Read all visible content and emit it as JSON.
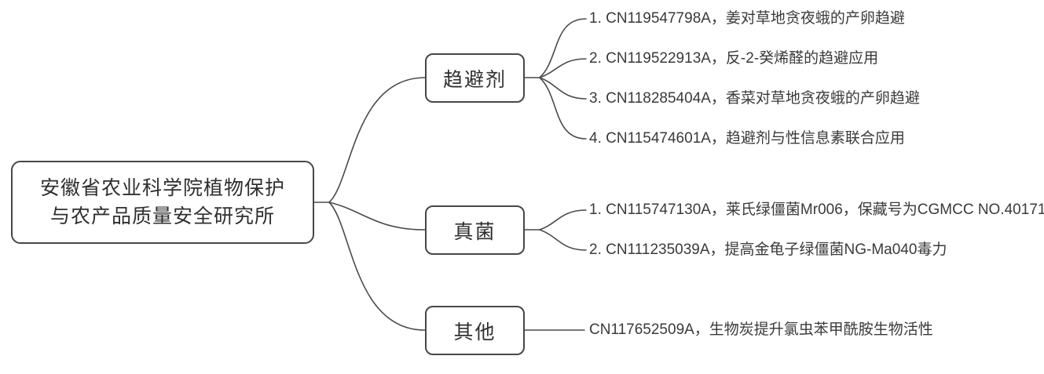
{
  "diagram": {
    "root": {
      "title": "安徽省农业科学院植物保护与农产品质量安全研究所"
    },
    "branches": [
      {
        "label": "趋避剂",
        "items": [
          "1. CN119547798A，姜对草地贪夜蛾的产卵趋避",
          "2. CN119522913A，反-2-癸烯醛的趋避应用",
          "3. CN118285404A，香菜对草地贪夜蛾的产卵趋避",
          "4. CN115474601A，趋避剂与性信息素联合应用"
        ]
      },
      {
        "label": "真菌",
        "items": [
          "1. CN115747130A，莱氏绿僵菌Mr006，保藏号为CGMCC NO.40171",
          "2. CN111235039A，提高金龟子绿僵菌NG-Ma040毒力"
        ]
      },
      {
        "label": "其他",
        "items": [
          "CN117652509A，生物炭提升氯虫苯甲酰胺生物活性"
        ]
      }
    ],
    "colors": {
      "background": "#ffffff",
      "line": "#4a4a4a",
      "border": "#474747",
      "text": "#2f2f2f"
    }
  }
}
